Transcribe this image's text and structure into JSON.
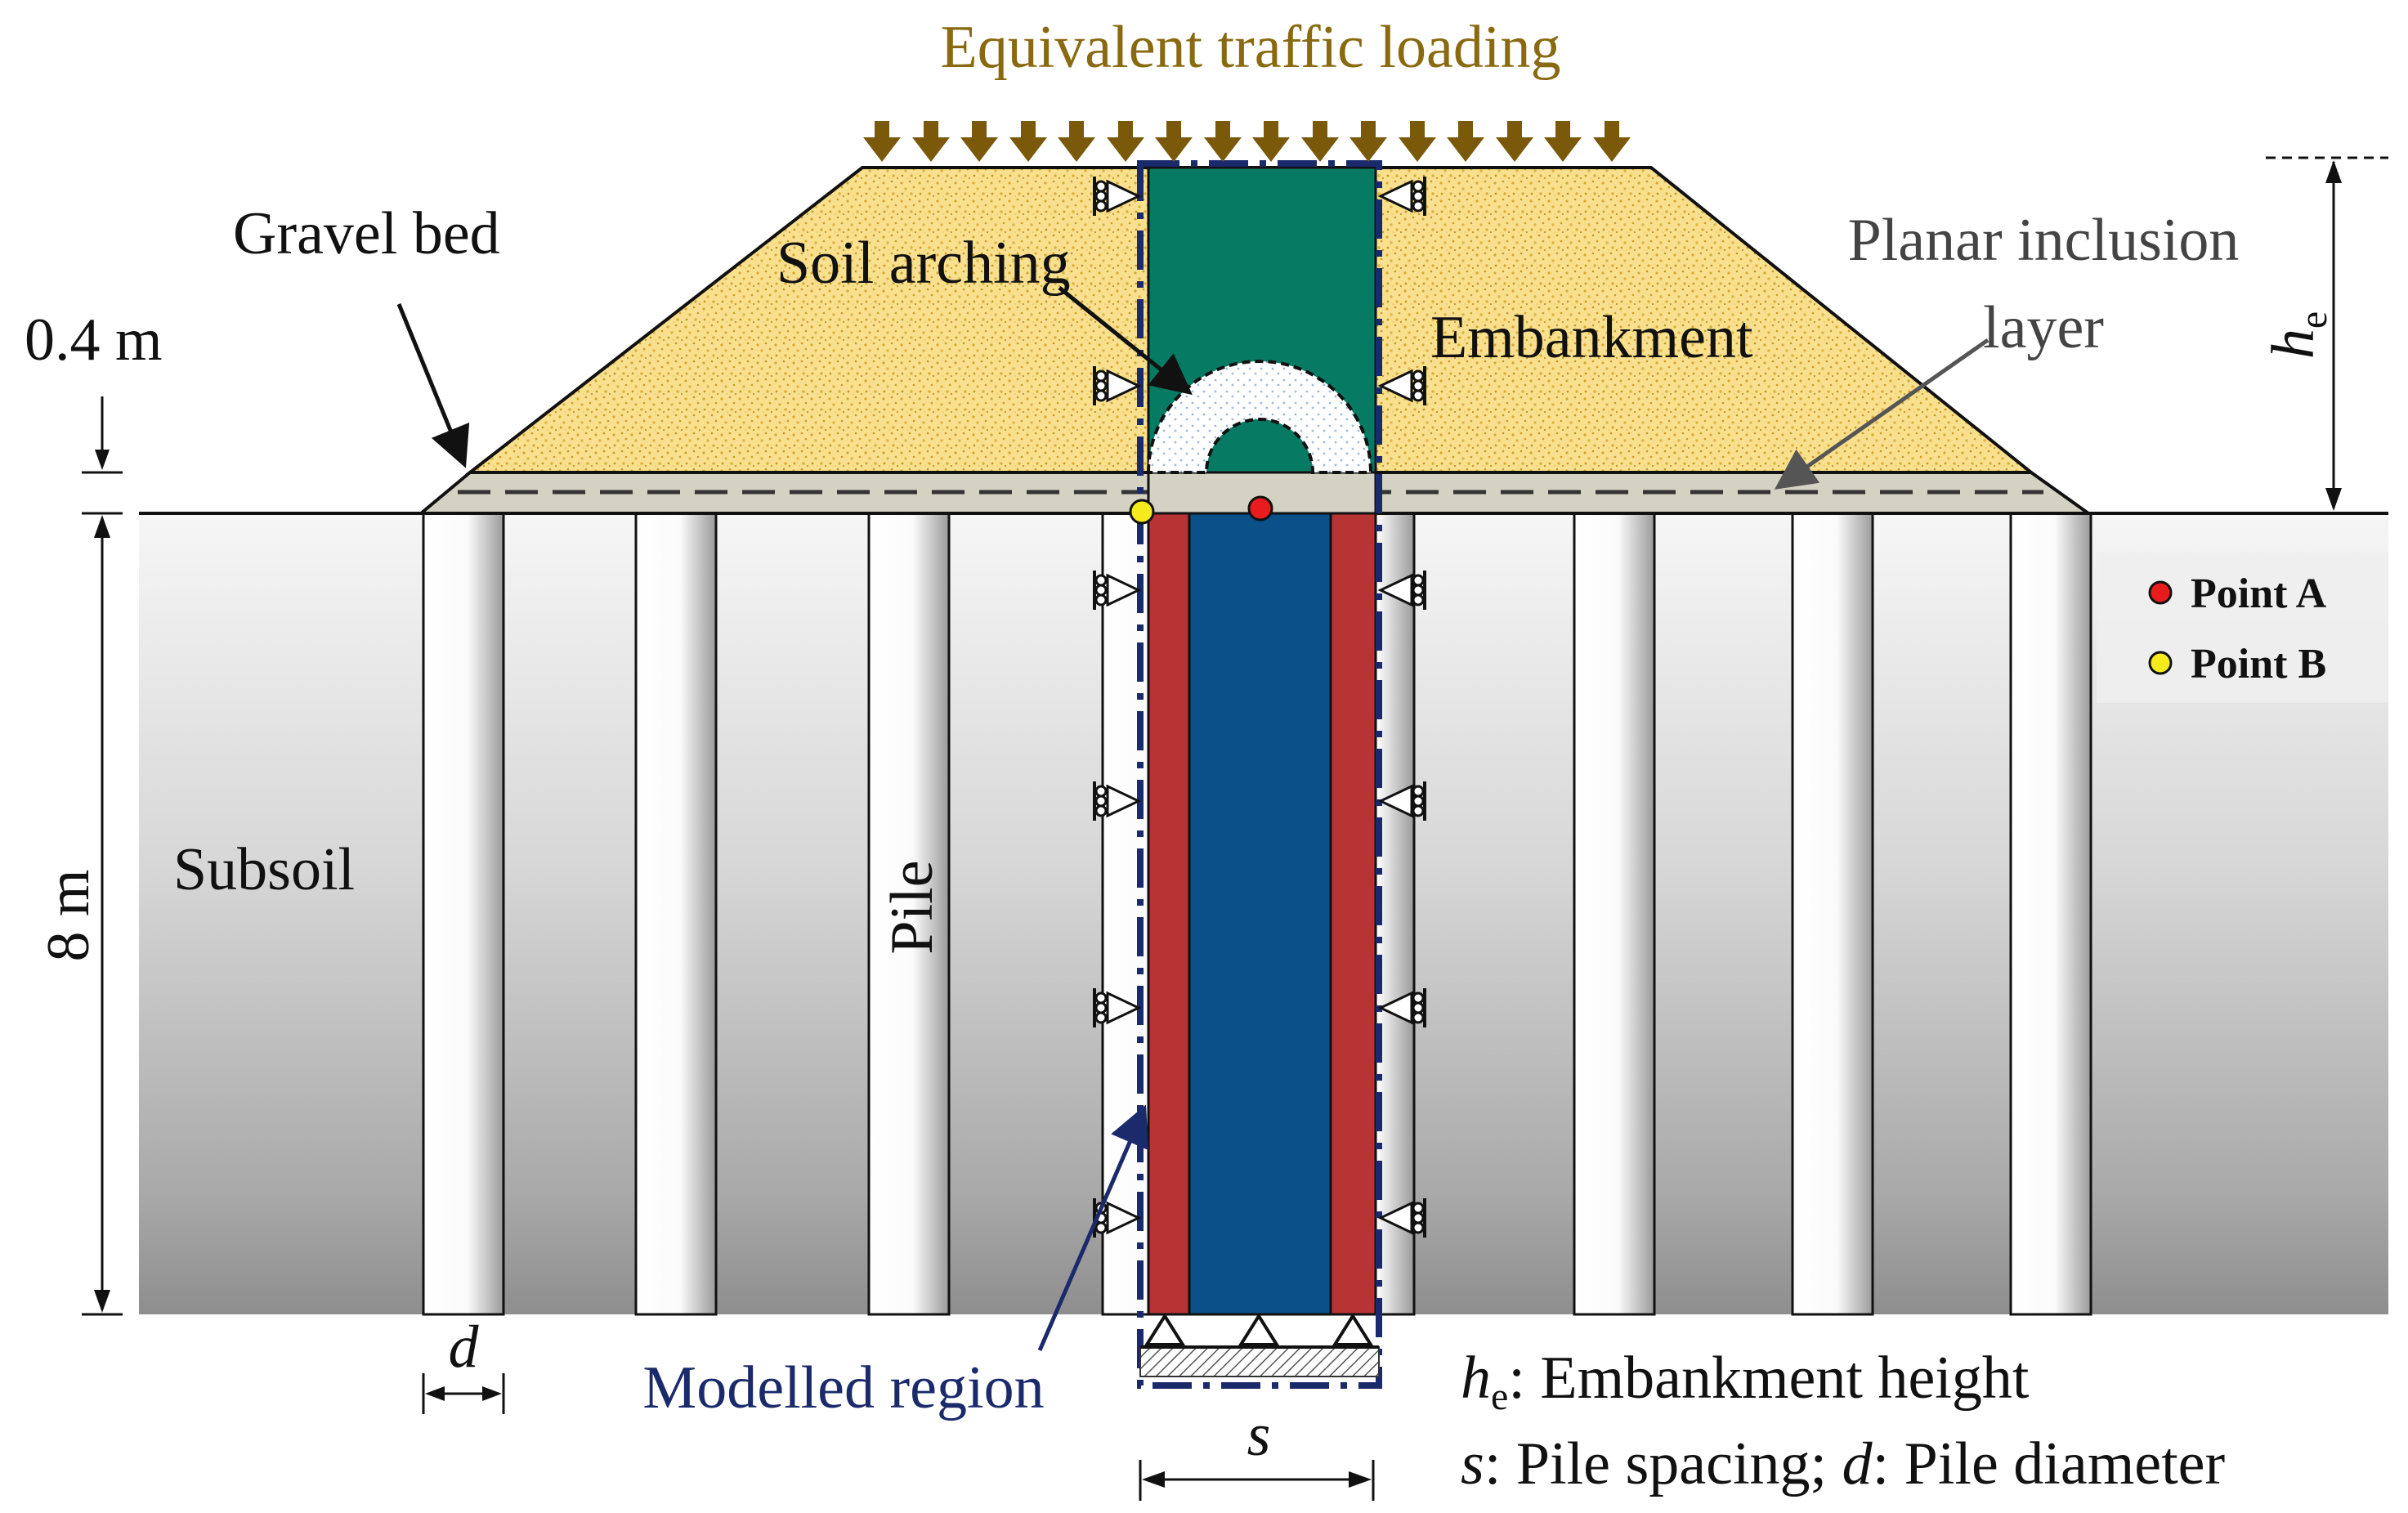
{
  "labels": {
    "traffic_loading": "Equivalent traffic loading",
    "gravel_bed": "Gravel bed",
    "soil_arching": "Soil arching",
    "embankment": "Embankment",
    "planar_inclusion_line1": "Planar inclusion",
    "planar_inclusion_line2": "layer",
    "gravel_thickness": "0.4 m",
    "subsoil_depth": "8 m",
    "subsoil": "Subsoil",
    "pile": "Pile",
    "modelled_region": "Modelled region",
    "he_symbol": "h",
    "he_subscript": "e",
    "d_symbol": "d",
    "s_symbol": "s"
  },
  "legend": [
    {
      "label": "Point A",
      "color": "#e81c1c"
    },
    {
      "label": "Point B",
      "color": "#f4ea1c"
    }
  ],
  "notes": {
    "note1_symbol": "h",
    "note1_subscript": "e",
    "note1_text": ": Embankment height",
    "note2_s": "s",
    "note2_text1": ": Pile spacing; ",
    "note2_d": "d",
    "note2_text2": ": Pile diameter"
  },
  "colors": {
    "load_arrow": "#7a5a0a",
    "label_gold": "#8a6a10",
    "embankment_fill": "#f7dc8a",
    "gravel_fill": "#d4d2c2",
    "model_green": "#067a62",
    "model_blue": "#0b5088",
    "model_red": "#b83434",
    "modelled_region_text": "#1b2a6b",
    "subsoil_top": "#f5f5f5",
    "subsoil_bottom": "#8f8f8f"
  }
}
